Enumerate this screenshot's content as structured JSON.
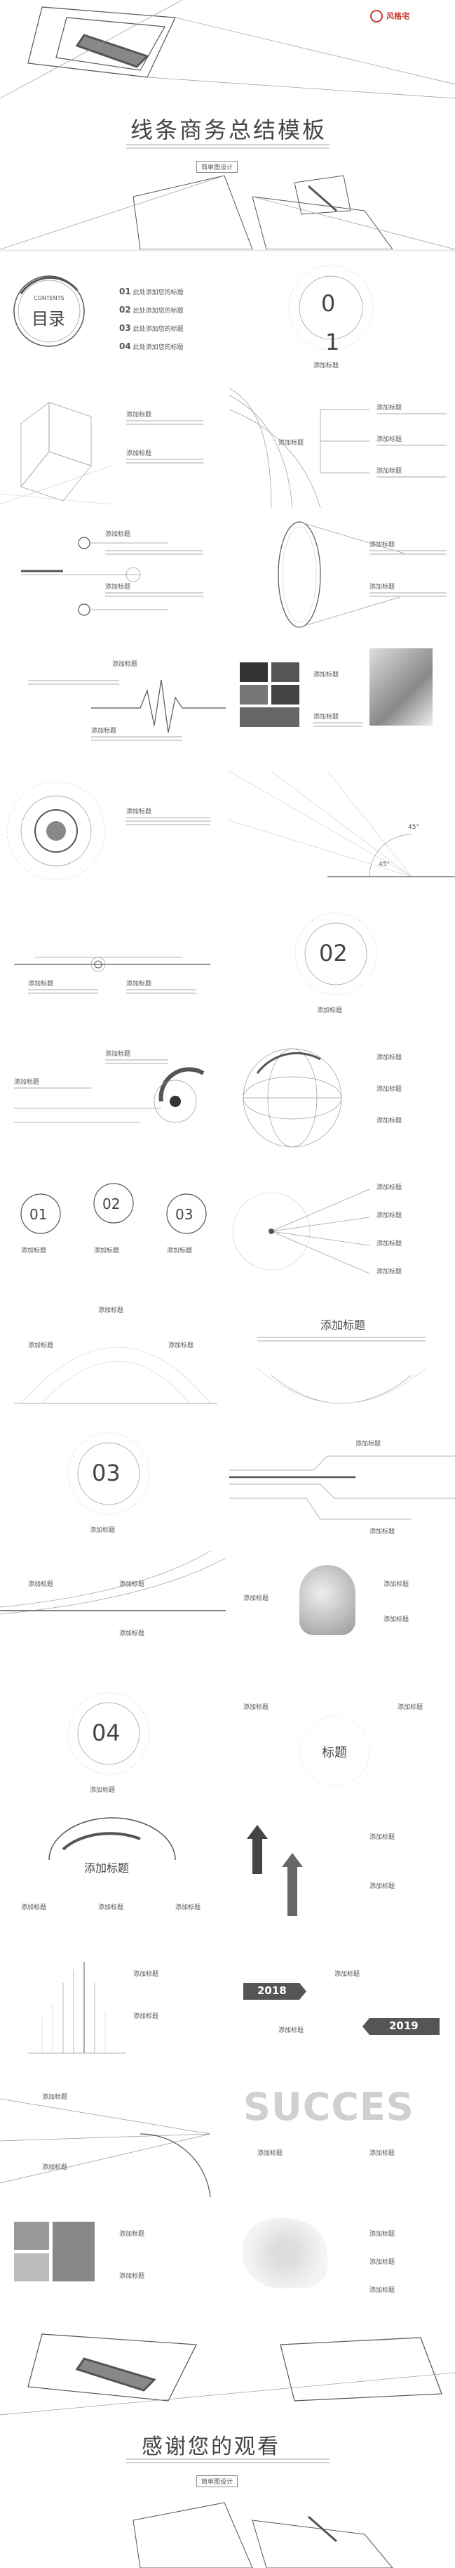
{
  "brand": {
    "logo_text": "风格宅",
    "accent": "#c8372d"
  },
  "cover": {
    "title": "线条商务总结模板",
    "button": "简单图设计"
  },
  "toc": {
    "contents_label": "CONTENTS",
    "title": "目录",
    "items": [
      {
        "n": "01",
        "label": "此处添加您的标题"
      },
      {
        "n": "02",
        "label": "此处添加您的标题"
      },
      {
        "n": "03",
        "label": "此处添加您的标题"
      },
      {
        "n": "04",
        "label": "此处添加您的标题"
      }
    ]
  },
  "label": "添加标题",
  "heading": "添加标题",
  "section": {
    "n1": "0",
    "n1b": "1",
    "n2": "02",
    "n3": "03",
    "n4": "04"
  },
  "circles": [
    "01",
    "02",
    "03"
  ],
  "years": {
    "a": "2018",
    "b": "2019"
  },
  "succes": "SUCCES",
  "hand_label": "标题",
  "angles": {
    "a": "45°",
    "b": "45°"
  },
  "closing": {
    "title": "感谢您的观看",
    "button": "简单图设计"
  },
  "colors": {
    "ink": "#555555",
    "gap": "#ededed",
    "line": "#999999"
  }
}
